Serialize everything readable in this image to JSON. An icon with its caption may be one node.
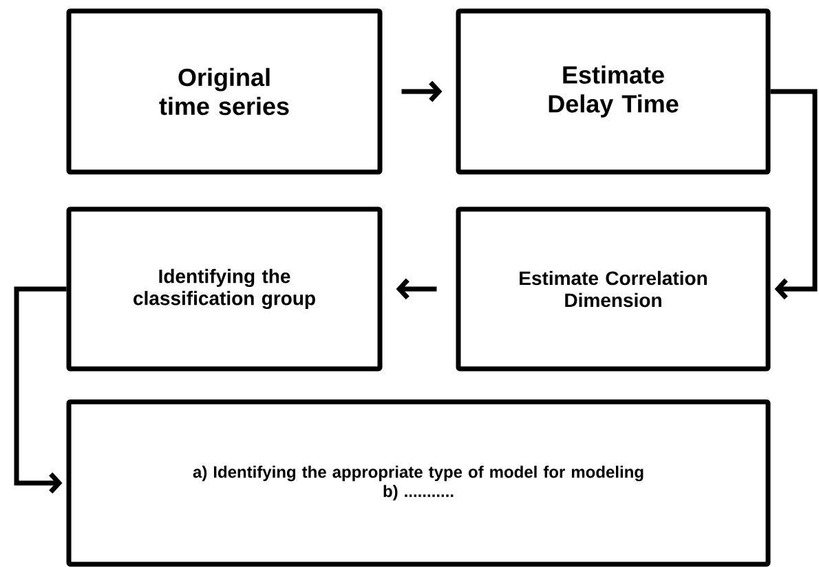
{
  "diagram": {
    "nodes": [
      {
        "text": [
          "Original time series"
        ]
      },
      {
        "text": [
          "Estimate Delay Time"
        ]
      },
      {
        "text": [
          "Identifying the classification group"
        ]
      },
      {
        "text": [
          "Estimate Correlation Dimension"
        ]
      },
      {
        "text": [
          "a) Identifying the appropriate type of model for modeling",
          "b) ..........."
        ]
      }
    ],
    "edges": [
      {
        "from": 0,
        "to": 1,
        "arrow": "to"
      },
      {
        "from": 1,
        "to": 3,
        "arrow": "to"
      },
      {
        "from": 3,
        "to": 2,
        "arrow": "to"
      },
      {
        "from": 2,
        "to": 4,
        "arrow": "to"
      }
    ]
  }
}
